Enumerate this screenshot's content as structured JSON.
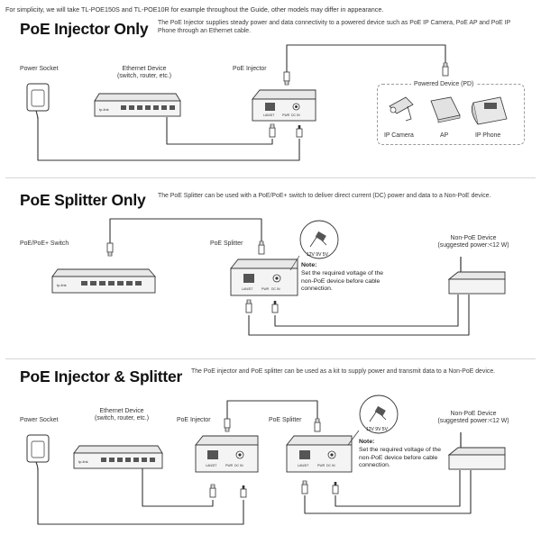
{
  "intro": "For simplicity, we will take TL-POE150S and TL-POE10R for example throughout the Guide, other models may differ in appearance.",
  "injector": {
    "title": "PoE Injector Only",
    "desc": "The PoE Injector supplies steady power and data connectivity to a powered device such as PoE IP Camera, PoE AP and PoE IP Phone through an Ethernet cable.",
    "labels": {
      "power_socket": "Power Socket",
      "ethernet_device_line1": "Ethernet Device",
      "ethernet_device_line2": "(switch, router, etc.)",
      "poe_injector": "PoE Injector",
      "powered_device": "Powered Device (PD)",
      "ip_camera": "IP Camera",
      "ap": "AP",
      "ip_phone": "IP Phone"
    }
  },
  "splitter": {
    "title": "PoE Splitter Only",
    "desc": "The PoE Splitter can be used with a PoE/PoE+ switch to deliver direct current (DC) power and data to a Non-PoE device.",
    "labels": {
      "poe_switch": "PoE/PoE+ Switch",
      "poe_splitter": "PoE Splitter",
      "non_poe_line1": "Non-PoE Device",
      "non_poe_line2": "(suggested power:<12 W)",
      "voltage": "12V 9V 5V"
    },
    "note_title": "Note:",
    "note_text": "Set the required voltage of the non-PoE device before cable connection."
  },
  "combo": {
    "title": "PoE Injector & Splitter",
    "desc": "The PoE injector and PoE splitter can be used as a kit to supply power and transmit data to a Non-PoE device.",
    "labels": {
      "power_socket": "Power Socket",
      "ethernet_device_line1": "Ethernet Device",
      "ethernet_device_line2": "(switch, router, etc.)",
      "poe_injector": "PoE Injector",
      "poe_splitter": "PoE Splitter",
      "non_poe_line1": "Non-PoE Device",
      "non_poe_line2": "(suggested power:<12 W)",
      "voltage": "12V 9V 5V"
    },
    "note_title": "Note:",
    "note_text": "Set the required voltage of the non-PoE device before cable connection."
  },
  "device_text": {
    "brand": "tp-link",
    "port_lan": "LAN/DT",
    "port_pwr": "PWR",
    "port_dc": "DC IN"
  },
  "colors": {
    "line": "#333333",
    "device_fill": "#f4f4f4",
    "port_fill": "#555555"
  }
}
